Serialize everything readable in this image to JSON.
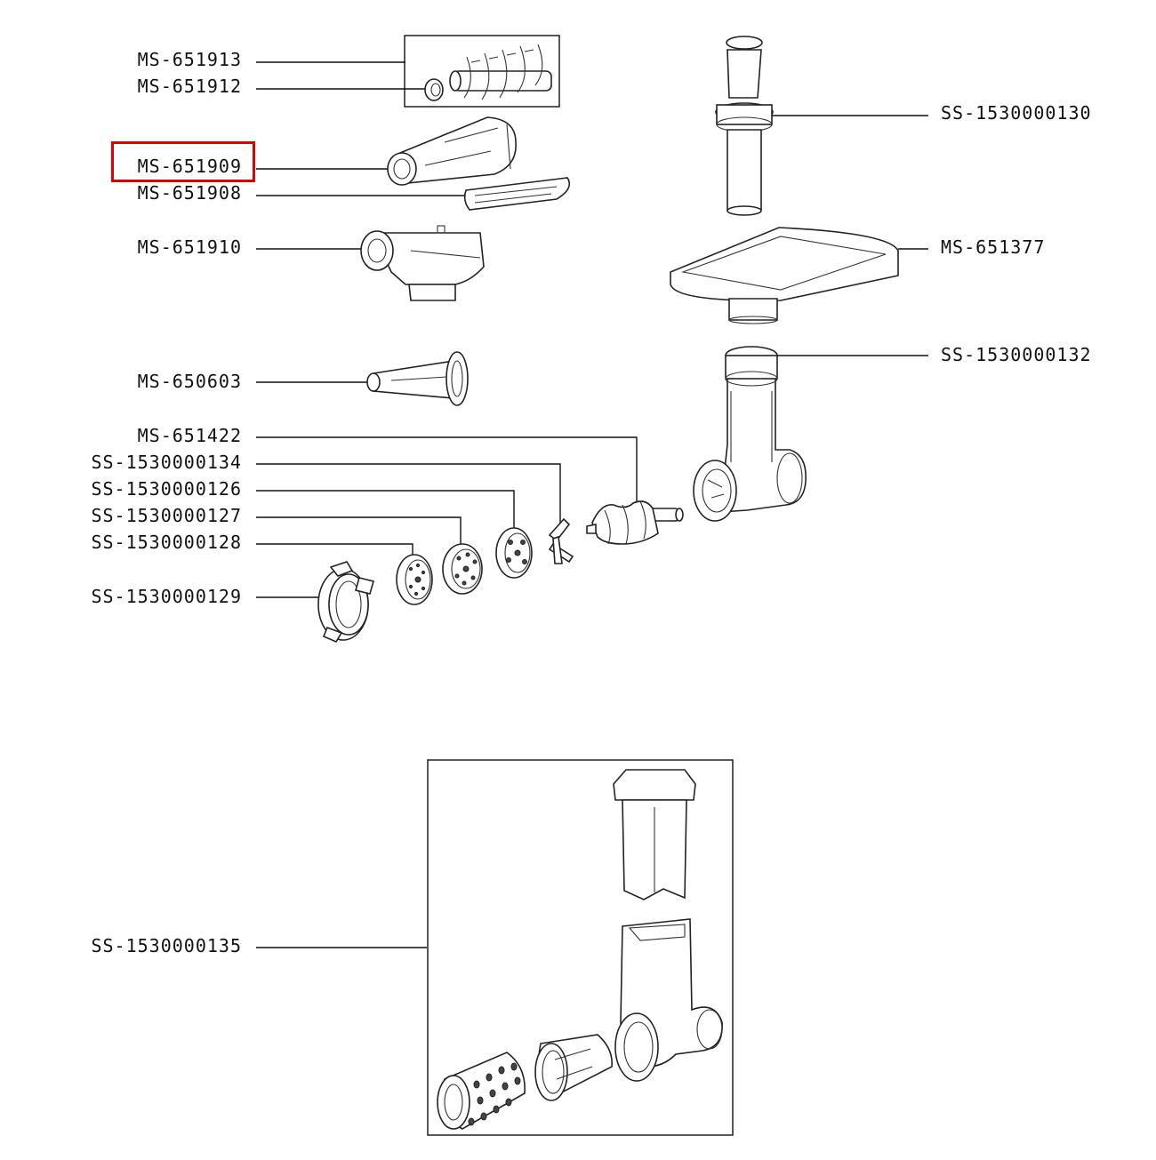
{
  "labels": {
    "ms651913": "MS-651913",
    "ms651912": "MS-651912",
    "ms651909": "MS-651909",
    "ms651908": "MS-651908",
    "ms651910": "MS-651910",
    "ms650603": "MS-650603",
    "ms651422": "MS-651422",
    "ss1530000134": "SS-1530000134",
    "ss1530000126": "SS-1530000126",
    "ss1530000127": "SS-1530000127",
    "ss1530000128": "SS-1530000128",
    "ss1530000129": "SS-1530000129",
    "ss1530000135": "SS-1530000135",
    "ss1530000130": "SS-1530000130",
    "ms651377": "MS-651377",
    "ss1530000132": "SS-1530000132"
  },
  "highlighted_part": "MS-651909",
  "colors": {
    "highlight": "#e00000",
    "line": "#111111"
  }
}
